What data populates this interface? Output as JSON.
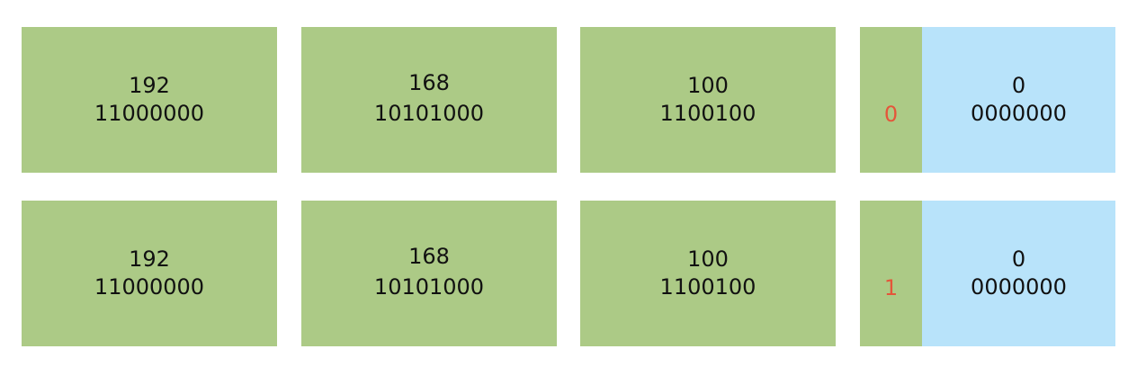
{
  "colors": {
    "network": "#acca86",
    "host": "#b8e3fa",
    "highlight_bit": "#e4553a"
  },
  "rows": [
    {
      "octets": [
        {
          "decimal": "192",
          "binary": "11000000"
        },
        {
          "decimal": "168",
          "binary": "10101000"
        },
        {
          "decimal": "100",
          "binary": "1100100"
        }
      ],
      "split_bit": "0",
      "host_decimal": "0",
      "host_binary": "0000000"
    },
    {
      "octets": [
        {
          "decimal": "192",
          "binary": "11000000"
        },
        {
          "decimal": "168",
          "binary": "10101000"
        },
        {
          "decimal": "100",
          "binary": "1100100"
        }
      ],
      "split_bit": "1",
      "host_decimal": "0",
      "host_binary": "0000000"
    }
  ]
}
